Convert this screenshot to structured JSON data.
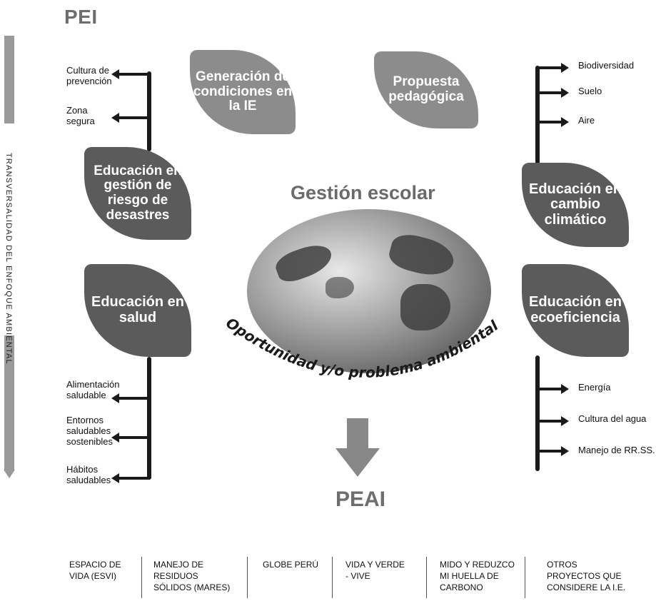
{
  "header": {
    "pei": "PEI"
  },
  "side": {
    "label": "TRANSVERSALIDAD DEL ENFOQUE AMBIENTAL"
  },
  "center": {
    "title": "Gestión escolar",
    "arc_text": "Oportunidad y/o problema ambiental",
    "output": "PEAI"
  },
  "leaves": {
    "top_left": "Generación de condiciones en la IE",
    "top_right": "Propuesta pedagógica",
    "risk": "Educación en gestión de riesgo de desastres",
    "health": "Educación en salud",
    "climate": "Educación en cambio climático",
    "eco": "Educación en ecoeficiencia"
  },
  "branches": {
    "risk": [
      "Cultura de prevención",
      "Zona segura"
    ],
    "health": [
      "Alimentación saludable",
      "Entornos saludables sostenibles",
      "Hábitos saludables"
    ],
    "climate": [
      "Biodiversidad",
      "Suelo",
      "Aire"
    ],
    "eco": [
      "Energía",
      "Cultura del agua",
      "Manejo de RR.SS."
    ]
  },
  "projects": [
    "ESPACIO DE VIDA (ESVI)",
    "MANEJO DE RESIDUOS SÓLIDOS (MARES)",
    "GLOBE PERÚ",
    "VIDA Y VERDE - VIVE",
    "MIDO Y REDUZCO MI HUELLA DE CARBONO",
    "OTROS PROYECTOS QUE CONSIDERE LA I.E."
  ],
  "colors": {
    "leaf_light": "#8c8c8c",
    "leaf_dark": "#5b5b5b",
    "title_gray": "#6e6e6e"
  }
}
